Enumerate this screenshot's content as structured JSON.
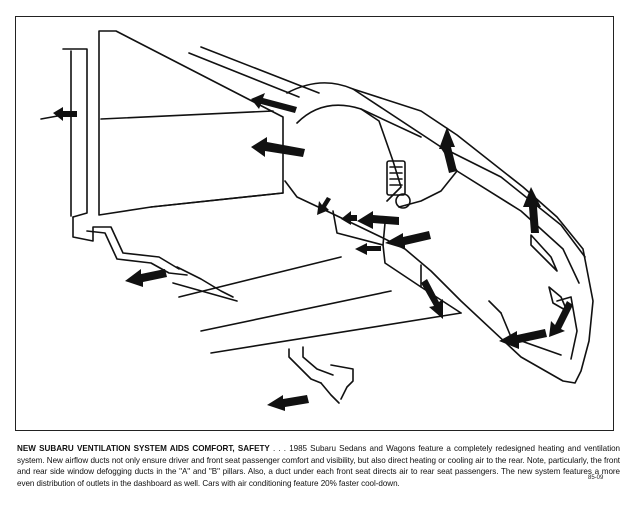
{
  "caption": {
    "headline": "NEW SUBARU VENTILATION SYSTEM AIDS COMFORT, SAFETY",
    "body": " . . . 1985 Subaru Sedans and Wagons feature a completely redesigned heating and ventilation system. New airflow ducts not only ensure driver and front seat passenger comfort and visibility, but also direct heating or cooling air to the rear. Note, particularly, the front and rear side window defogging ducts in the \"A\" and \"B\" pillars. Also, a duct under each front seat directs air to rear seat passengers. The new system features a more even distribution of outlets in the dashboard as well. Cars with air conditioning feature 20% faster cool-down."
  },
  "photo_code": "85-09",
  "colors": {
    "ink": "#111111",
    "paper": "#ffffff"
  }
}
